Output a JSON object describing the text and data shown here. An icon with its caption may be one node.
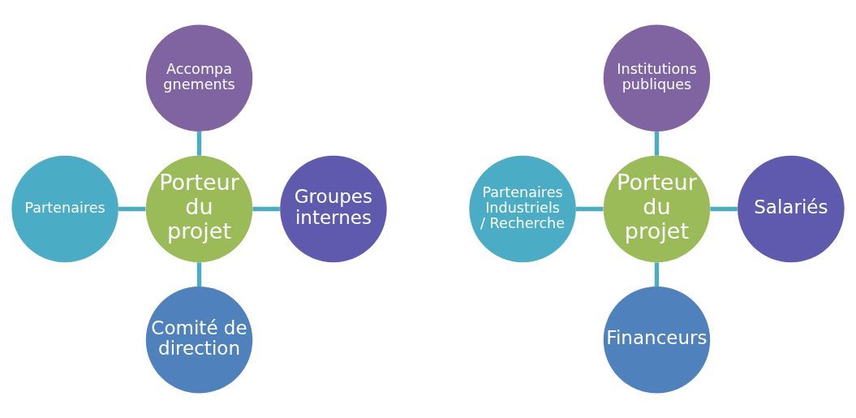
{
  "diagram": {
    "nodes": [
      {
        "text": [
          "Accompa gnements"
        ]
      },
      {
        "text": [
          "Partenaires"
        ]
      },
      {
        "text": [
          "Porteur du projet"
        ]
      },
      {
        "text": [
          "Groupes internes"
        ]
      },
      {
        "text": [
          "Comité de direction"
        ]
      },
      {
        "text": [
          "Institutions publiques"
        ]
      },
      {
        "text": [
          "Partenaires Industriels / Recherche"
        ]
      },
      {
        "text": [
          "Porteur du projet"
        ]
      },
      {
        "text": [
          "Salariés"
        ]
      },
      {
        "text": [
          "Financeurs"
        ]
      }
    ],
    "edges": [
      {
        "from": 0,
        "to": 2,
        "arrow": "none"
      },
      {
        "from": 1,
        "to": 2,
        "arrow": "none"
      },
      {
        "from": 2,
        "to": 3,
        "arrow": "none"
      },
      {
        "from": 2,
        "to": 4,
        "arrow": "none"
      },
      {
        "from": 5,
        "to": 7,
        "arrow": "none"
      },
      {
        "from": 6,
        "to": 7,
        "arrow": "none"
      },
      {
        "from": 7,
        "to": 8,
        "arrow": "none"
      },
      {
        "from": 7,
        "to": 9,
        "arrow": "none"
      }
    ]
  }
}
